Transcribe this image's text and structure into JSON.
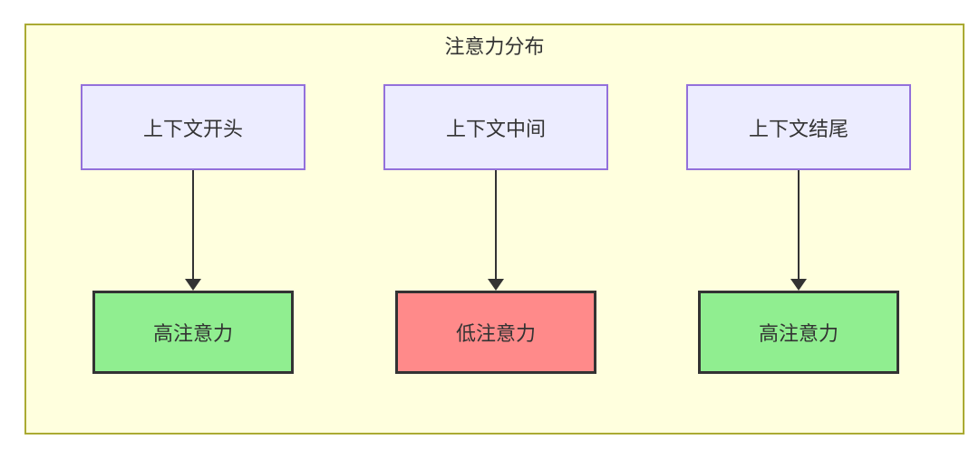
{
  "diagram": {
    "title": "注意力分布",
    "columns": [
      {
        "source_label": "上下文开头",
        "target_label": "高注意力",
        "attention": "high"
      },
      {
        "source_label": "上下文中间",
        "target_label": "低注意力",
        "attention": "low"
      },
      {
        "source_label": "上下文结尾",
        "target_label": "高注意力",
        "attention": "high"
      }
    ],
    "colors": {
      "container_bg": "#ffffde",
      "container_border": "#aaaa33",
      "source_bg": "#ececff",
      "source_border": "#9370db",
      "high_attention_bg": "#90ee90",
      "low_attention_bg": "#ff8a8a",
      "result_border": "#333333",
      "text": "#333333",
      "arrow": "#333333"
    }
  }
}
